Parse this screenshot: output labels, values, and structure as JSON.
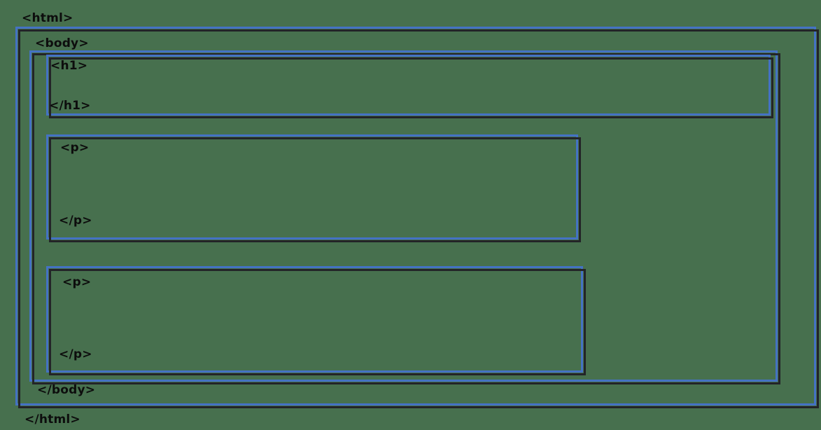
{
  "page": {
    "title": "HTML box model nesting diagram",
    "background_color": "#47704e",
    "box_border_color": "#4472c4",
    "box_shadow_color": "#232428",
    "text_color": "#0d0d0d"
  },
  "tags": {
    "html_open": "<html>",
    "html_close": "</html>",
    "body_open": "<body>",
    "body_close": "</body>",
    "h1_open": "<h1>",
    "h1_close": "</h1>",
    "p1_open": "<p>",
    "p1_close": "</p>",
    "p2_open": "<p>",
    "p2_close": "</p>"
  },
  "boxes": [
    {
      "name": "html",
      "label": "<html>"
    },
    {
      "name": "body",
      "label": "<body>"
    },
    {
      "name": "h1",
      "label": "<h1>"
    },
    {
      "name": "p1",
      "label": "<p>"
    },
    {
      "name": "p2",
      "label": "<p>"
    }
  ]
}
